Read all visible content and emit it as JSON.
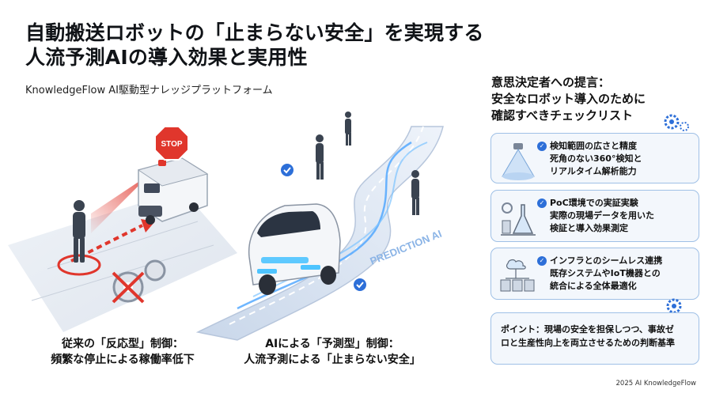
{
  "header": {
    "title_line1": "自動搬送ロボットの「止まらない安全」を実現する",
    "title_line2": "人流予測AIの導入効果と実用性",
    "subtitle": "KnowledgeFlow AI駆動型ナレッジプラットフォーム"
  },
  "scene": {
    "stop_sign": "STOP",
    "road_label": "PREDICTION AI"
  },
  "captions": {
    "left_line1": "従来の「反応型」制御：",
    "left_line2": "頻繁な停止による稼働率低下",
    "mid_line1": "AIによる「予測型」制御：",
    "mid_line2": "人流予測による「止まらない安全」"
  },
  "panel": {
    "title_line1": "意思決定者への提言：",
    "title_line2": "安全なロボット導入のために",
    "title_line3": "確認すべきチェックリスト",
    "cards": [
      {
        "line1": "検知範囲の広さと精度",
        "line2": "死角のない360°検知と",
        "line3": "リアルタイム解析能力",
        "icon": "sensor-icon"
      },
      {
        "line1": "PoC環境での実証実験",
        "line2": "実際の現場データを用いた",
        "line3": "検証と導入効果測定",
        "icon": "lab-flask-icon"
      },
      {
        "line1": "インフラとのシームレス連携",
        "line2": "既存システムやIoT機器との",
        "line3": "統合による全体最適化",
        "icon": "cloud-network-icon"
      }
    ],
    "point_line1": "ポイント：現場の安全を担保しつつ、事故ゼ",
    "point_line2": "ロと生産性向上を両立させるための判断基準"
  },
  "footer": "2025 AI KnowledgeFlow",
  "colors": {
    "accent_blue": "#2d6fd8",
    "danger_red": "#e0362c",
    "card_border": "#9fc0e6"
  }
}
